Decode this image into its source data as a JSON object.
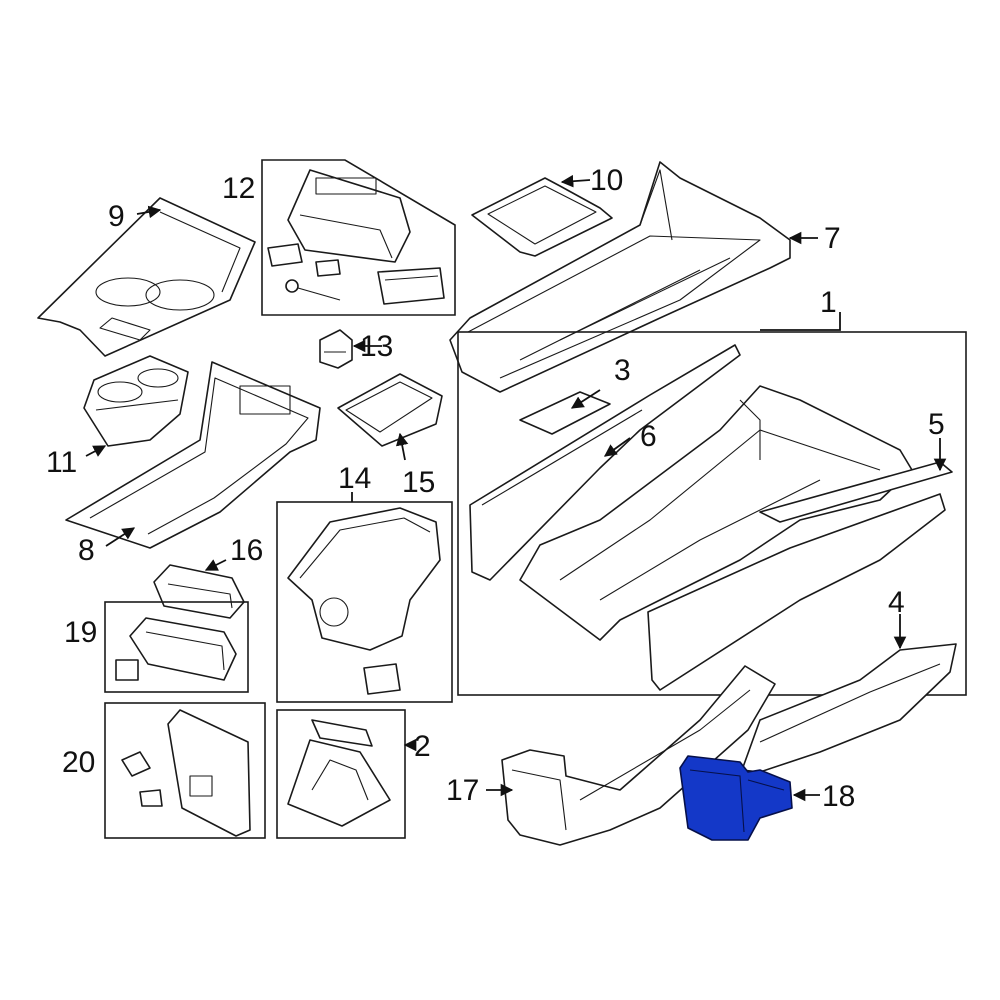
{
  "diagram": {
    "highlight_color": "#1438c8",
    "highlighted_part": "18",
    "callouts": {
      "c1": "1",
      "c2": "2",
      "c3": "3",
      "c4": "4",
      "c5": "5",
      "c6": "6",
      "c7": "7",
      "c8": "8",
      "c9": "9",
      "c10": "10",
      "c11": "11",
      "c12": "12",
      "c13": "13",
      "c14": "14",
      "c15": "15",
      "c16": "16",
      "c17": "17",
      "c18": "18",
      "c19": "19",
      "c20": "20"
    }
  }
}
